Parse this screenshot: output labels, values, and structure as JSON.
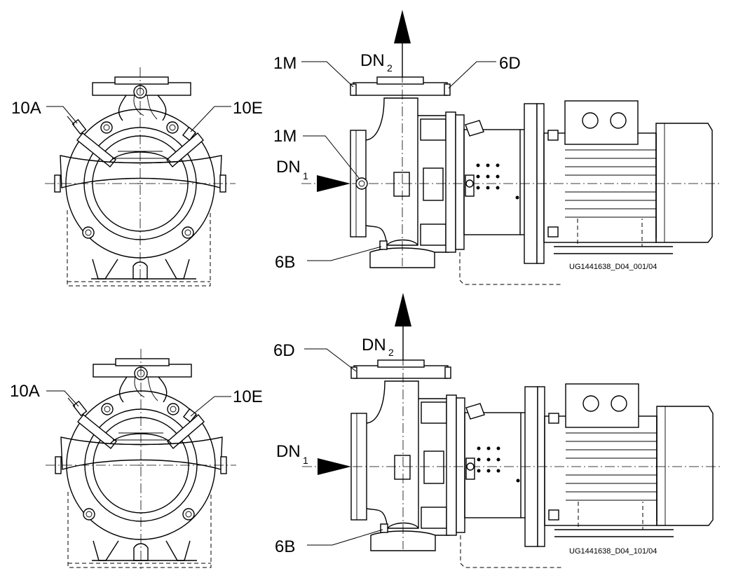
{
  "top_view": {
    "labels": {
      "left_10A": "10A",
      "left_10E": "10E",
      "suction_pipe": "DN",
      "suction_sub": "1",
      "discharge_pipe": "DN",
      "discharge_sub": "2",
      "plug_1M_top": "1M",
      "plug_1M_side": "1M",
      "plug_6D": "6D",
      "plug_6B": "6B"
    },
    "drawing_ref": "UG1441638_D04_001/04"
  },
  "bottom_view": {
    "labels": {
      "left_10A": "10A",
      "left_10E": "10E",
      "suction_pipe": "DN",
      "suction_sub": "1",
      "discharge_pipe": "DN",
      "discharge_sub": "2",
      "plug_6D": "6D",
      "plug_6B": "6B"
    },
    "drawing_ref": "UG1441638_D04_101/04"
  }
}
